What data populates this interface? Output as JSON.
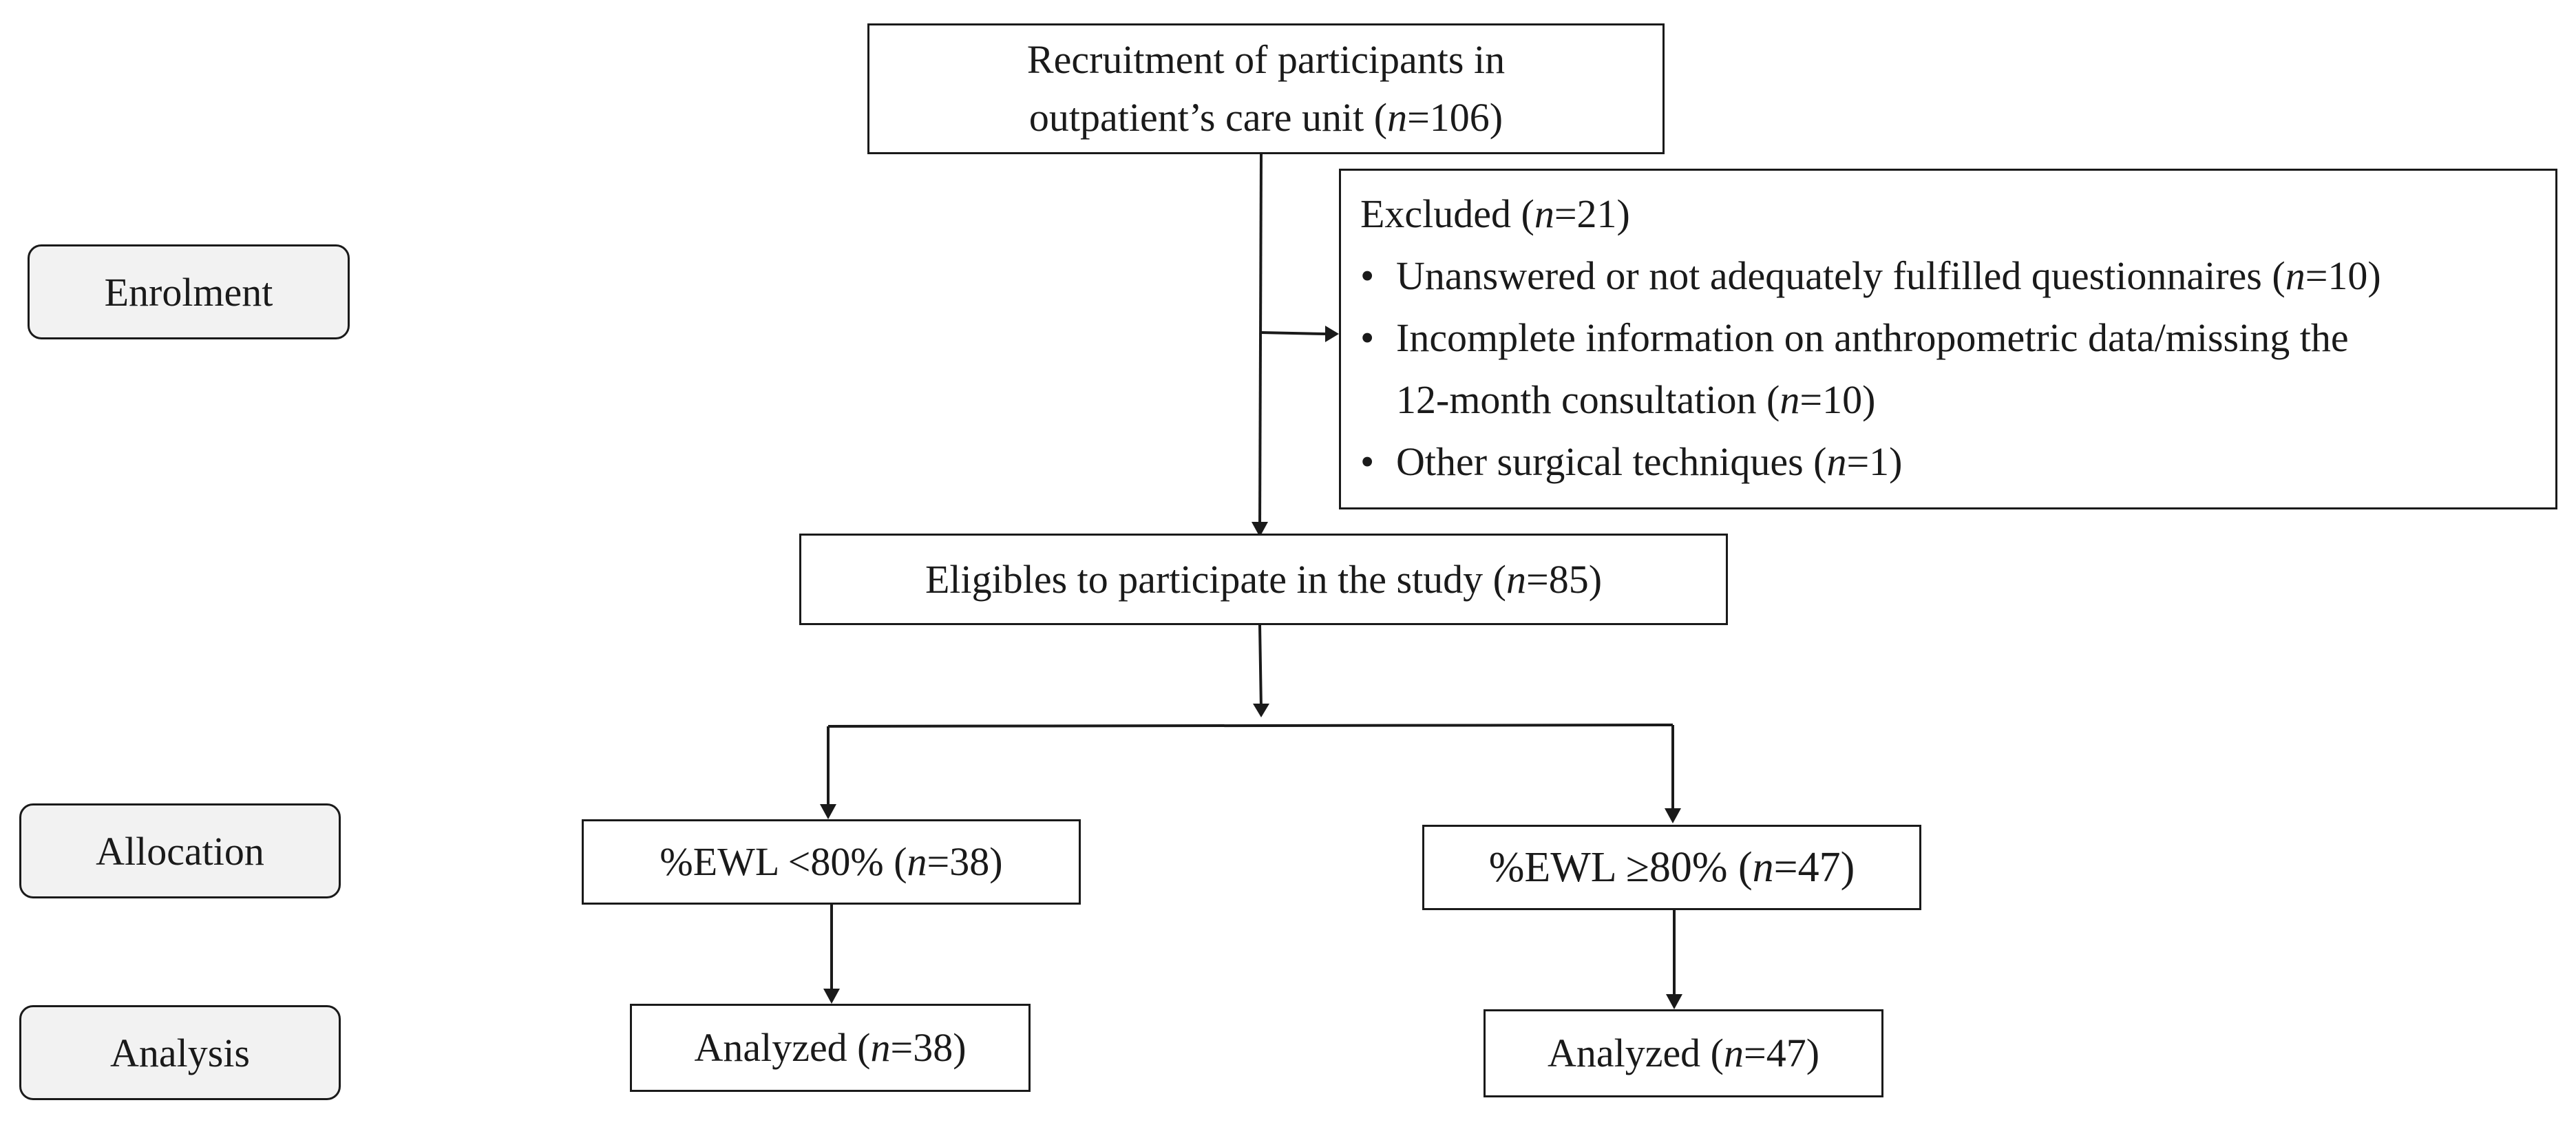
{
  "stages": {
    "enrolment": "Enrolment",
    "allocation": "Allocation",
    "analysis": "Analysis"
  },
  "recruitment": {
    "line1": "Recruitment of participants in",
    "line2_pre": "outpatient’s care unit (",
    "n_symbol": "n",
    "line2_post": "=106)"
  },
  "excluded": {
    "title_pre": "Excluded (",
    "n_symbol": "n",
    "title_post": "=21)",
    "bullet": "•",
    "items": [
      {
        "pre": "Unanswered or not adequately fulfilled questionnaires (",
        "n_symbol": "n",
        "post": "=10)"
      },
      {
        "line1": "Incomplete information on anthropometric data/missing the",
        "pre": "12-month consultation (",
        "n_symbol": "n",
        "post": "=10)"
      },
      {
        "pre": "Other surgical techniques (",
        "n_symbol": "n",
        "post": "=1)"
      }
    ]
  },
  "eligible": {
    "pre": "Eligibles to participate in the study (",
    "n_symbol": "n",
    "post": "=85)"
  },
  "groups": {
    "low": {
      "pre": "%EWL <80% (",
      "n_symbol": "n",
      "post": "=38)"
    },
    "high": {
      "pre": "%EWL ≥80% (",
      "n_symbol": "n",
      "post": "=47)"
    }
  },
  "analyzed": {
    "low": {
      "pre": "Analyzed (",
      "n_symbol": "n",
      "post": "=38)"
    },
    "high": {
      "pre": "Analyzed (",
      "n_symbol": "n",
      "post": "=47)"
    }
  }
}
